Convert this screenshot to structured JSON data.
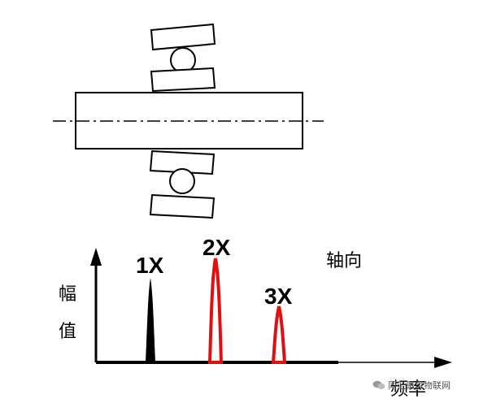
{
  "labels": {
    "peak_1x": "1X",
    "peak_2x": "2X",
    "peak_3x": "3X",
    "direction": "轴向",
    "y_axis_char1": "幅",
    "y_axis_char2": "值",
    "x_axis": "频率"
  },
  "watermark": {
    "text": "同汇聚风物联网",
    "icon": "wechat-icon"
  },
  "colors": {
    "outline": "#000000",
    "peak_1x": "#000000",
    "peak_2x": "#e01010",
    "peak_3x": "#e01010",
    "background": "#ffffff"
  }
}
